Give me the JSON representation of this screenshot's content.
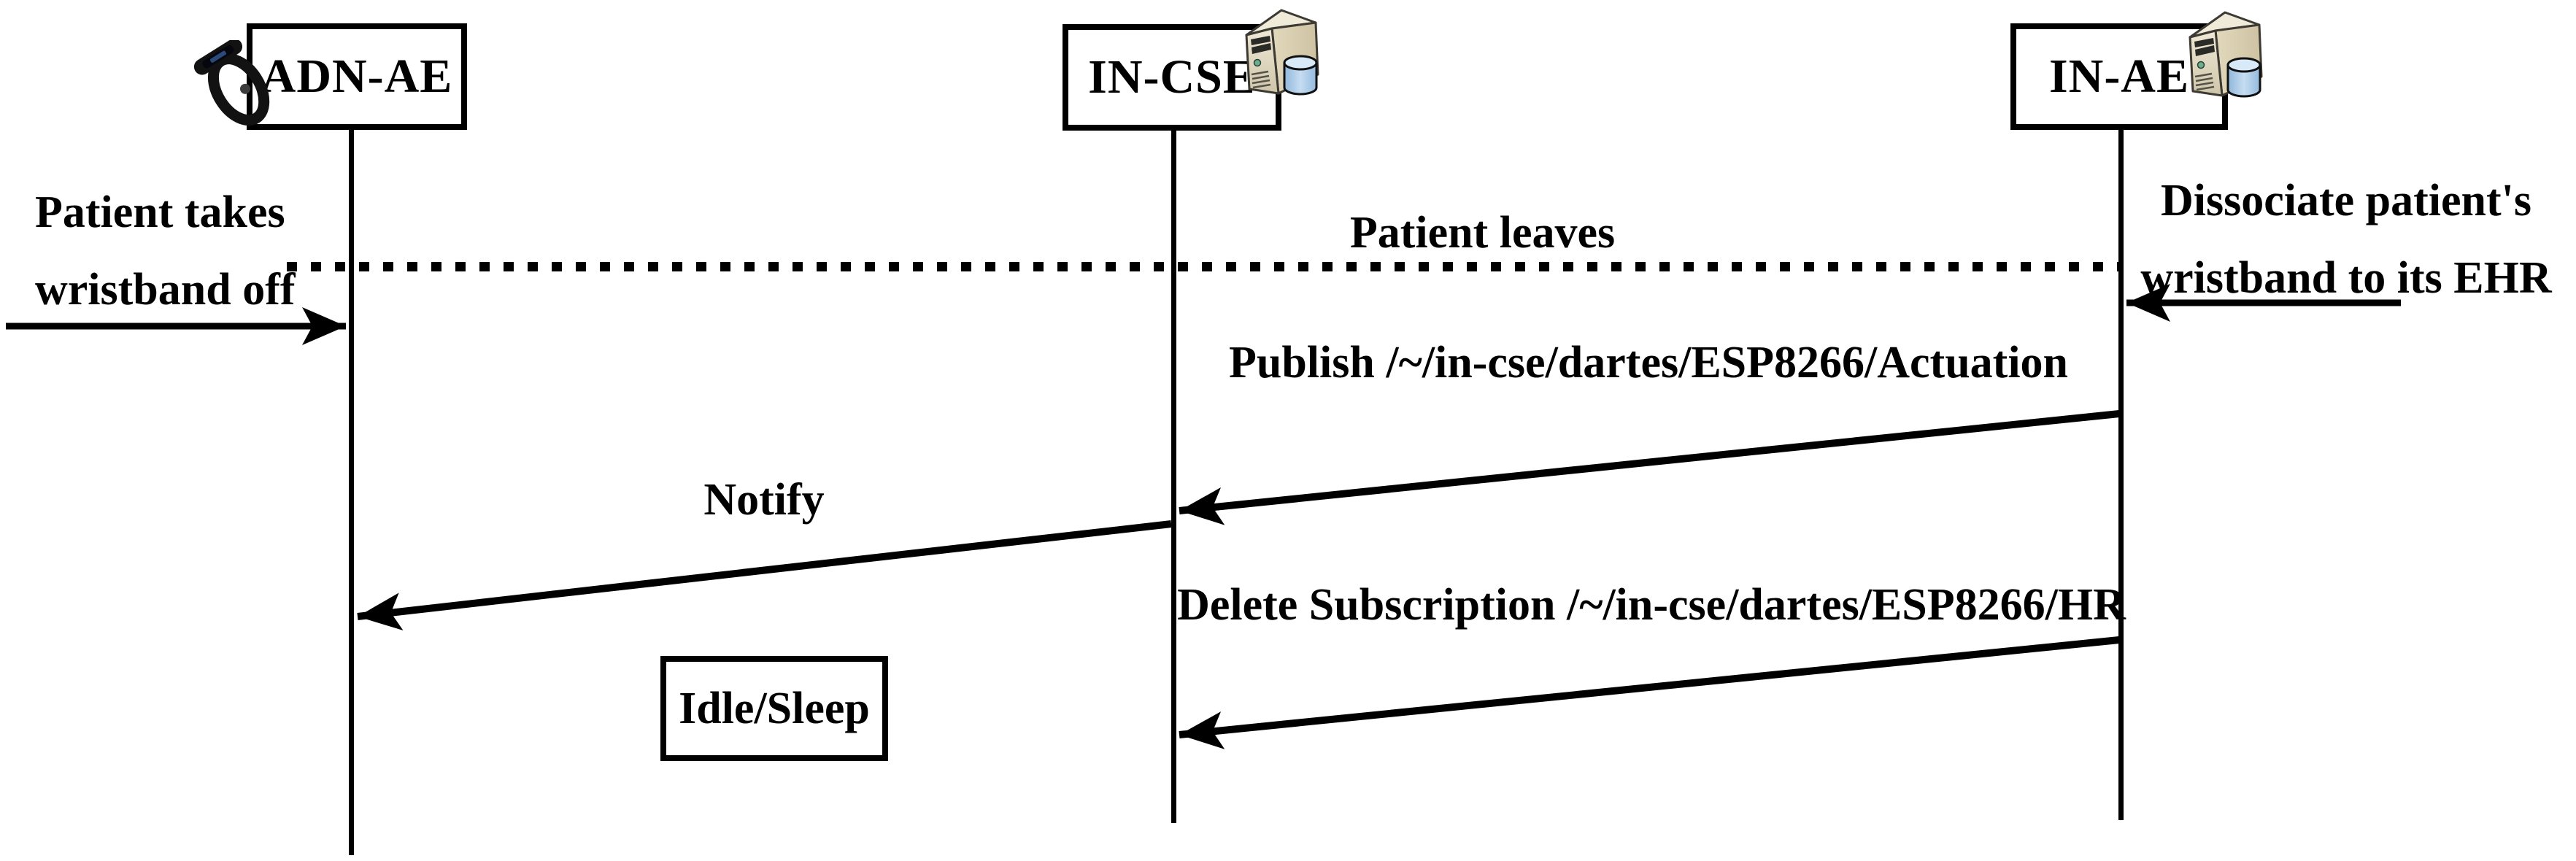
{
  "diagram": {
    "title": "oneM2M patient-leaves sequence diagram",
    "participants": [
      {
        "id": "adn-ae",
        "label": "ADN-AE",
        "icon": "wristband-icon"
      },
      {
        "id": "in-cse",
        "label": "IN-CSE",
        "icon": "server-database-icon"
      },
      {
        "id": "in-ae",
        "label": "IN-AE",
        "icon": "server-database-icon"
      }
    ],
    "external_events": [
      {
        "lines": [
          "Patient takes",
          "wristband off"
        ],
        "target": "ADN-AE",
        "arrow_direction": "right"
      },
      {
        "lines": [
          "Dissociate patient's",
          "wristband to its EHR"
        ],
        "target": "IN-AE",
        "arrow_direction": "left"
      }
    ],
    "separator": {
      "label": "Patient leaves",
      "style": "dotted"
    },
    "messages": [
      {
        "label": "Publish /~/in-cse/dartes/ESP8266/Actuation",
        "from": "IN-AE",
        "to": "IN-CSE"
      },
      {
        "label": "Notify",
        "from": "IN-CSE",
        "to": "ADN-AE"
      },
      {
        "label": "Delete Subscription /~/in-cse/dartes/ESP8266/HR",
        "from": "IN-AE",
        "to": "IN-CSE"
      }
    ],
    "state_box": {
      "label": "Idle/Sleep",
      "lifeline": "ADN-AE"
    }
  },
  "colors": {
    "ink": "#000000",
    "background": "#ffffff",
    "server_front": "#e9e2cc",
    "server_side": "#d6cbae",
    "server_top": "#f0ead9",
    "server_outline": "#3c3a33",
    "led_green": "#6fae8c",
    "database_cylinder": "#a9c9e8",
    "database_cylinder_top": "#d8eaf8",
    "wristband_black": "#121212"
  }
}
